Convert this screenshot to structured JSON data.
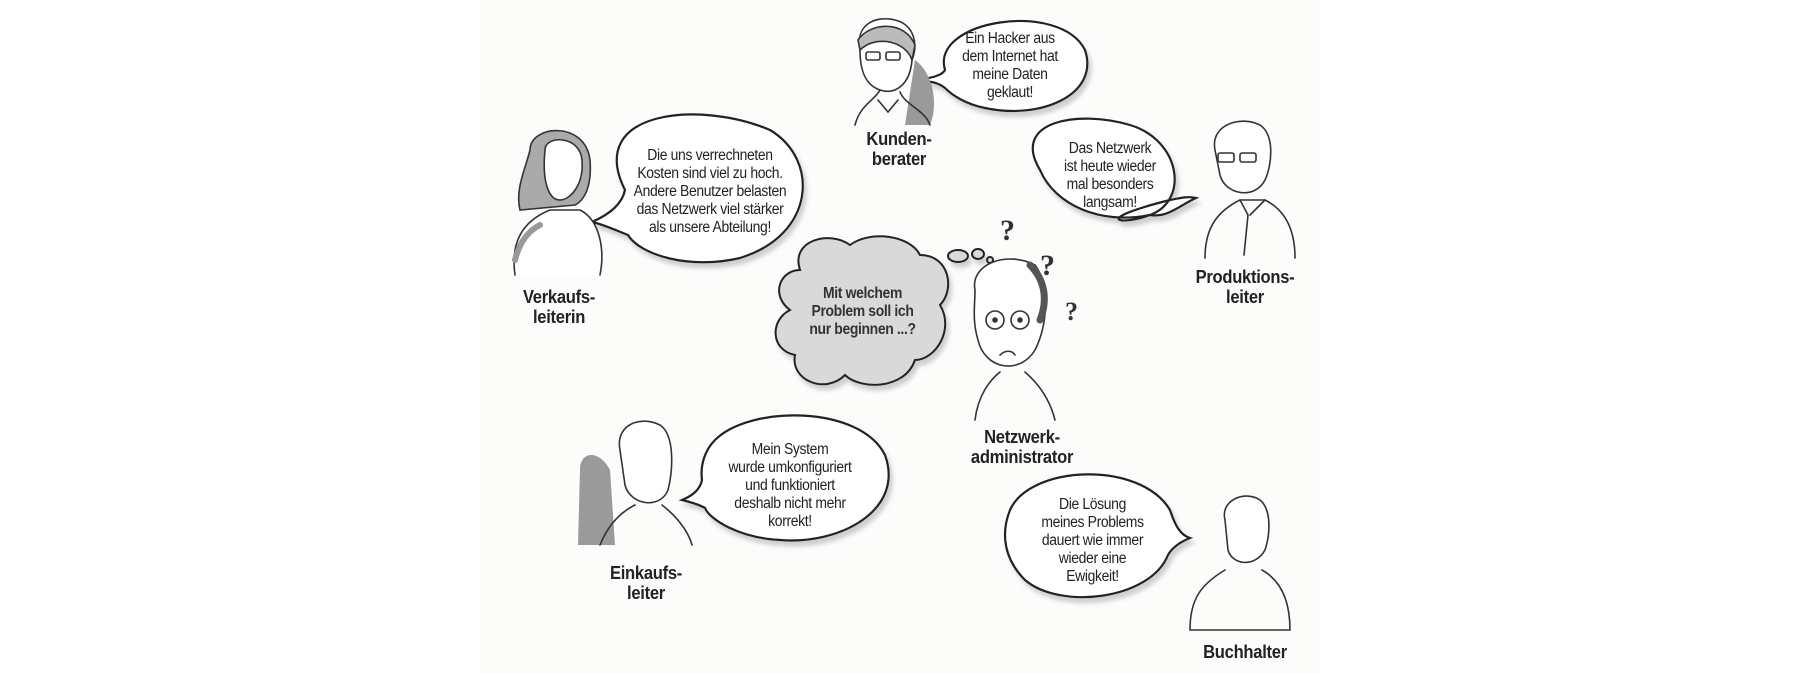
{
  "characters": {
    "kundenberater": {
      "label": [
        "Kunden-",
        "berater"
      ],
      "speech": [
        "Ein Hacker aus",
        "dem Internet hat",
        "meine Daten",
        "geklaut!"
      ]
    },
    "verkaufsleiterin": {
      "label": [
        "Verkaufs-",
        "leiterin"
      ],
      "speech": [
        "Die uns verrechneten",
        "Kosten sind viel zu hoch.",
        "Andere Benutzer belasten",
        "das Netzwerk viel stärker",
        "als unsere Abteilung!"
      ]
    },
    "produktionsleiter": {
      "label": [
        "Produktions-",
        "leiter"
      ],
      "speech": [
        "Das Netzwerk",
        "ist heute wieder",
        "mal besonders",
        "langsam!"
      ]
    },
    "netzwerkadministrator": {
      "label": [
        "Netzwerk-",
        "administrator"
      ],
      "thought": [
        "Mit welchem",
        "Problem soll ich",
        "nur beginnen ...?"
      ]
    },
    "einkaufsleiter": {
      "label": [
        "Einkaufs-",
        "leiter"
      ],
      "speech": [
        "Mein System",
        "wurde umkonfiguriert",
        "und funktioniert",
        "deshalb nicht mehr",
        "korrekt!"
      ]
    },
    "buchhalter": {
      "label": [
        "Buchhalter"
      ],
      "speech": [
        "Die Lösung",
        "meines Problems",
        "dauert wie immer",
        "wieder eine",
        "Ewigkeit!"
      ]
    }
  },
  "colors": {
    "ink": "#222222",
    "shade": "#9a9a9a",
    "cloud": "#d9d9d9"
  }
}
